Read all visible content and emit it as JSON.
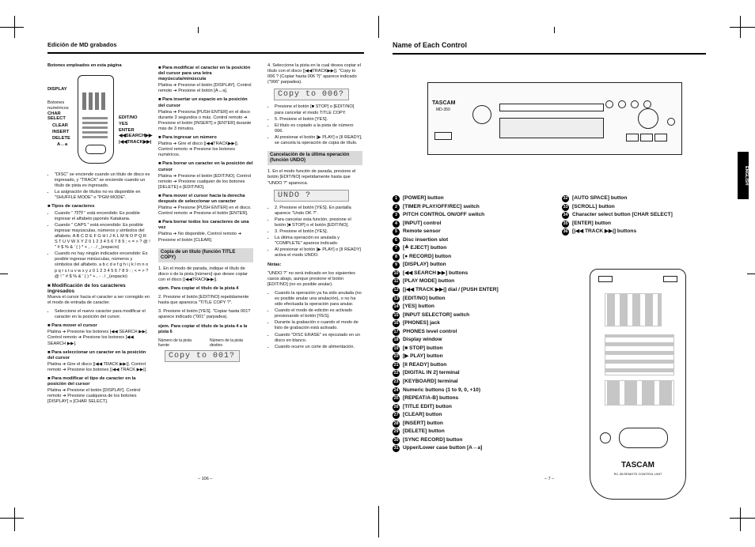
{
  "left_page": {
    "title": "Edición de MD grabados",
    "figure_caption": "Botones empleados en esta página",
    "remote_labels": {
      "display": "DISPLAY",
      "numbers": "Botones numéricos",
      "char": "CHAR",
      "select": "SELECT",
      "clear": "CLEAR",
      "insert": "INSERT",
      "delete": "DELETE",
      "case": "A↔a",
      "edit_no": "EDIT/NO",
      "yes": "YES",
      "enter": "ENTER",
      "search": "◀◀SEARCH▶▶",
      "track": "|◀◀TRACK▶▶|"
    },
    "col1": {
      "bullets": [
        "\"DISC\" se enciende cuando un título de disco es ingresado, y \"TRACK\" se enciende cuando un título de pista es ingresado.",
        "La asignación de títulos no es disponible en \"SHUFFLE MODE\" o \"PGM MODE\"."
      ],
      "types_heading": "■ Tipos de caracteres",
      "types_bullets": [
        "Cuando \" ｱｶｻﾀ \" está encendido: Es posible ingresar el alfabeto japonés Katakana.",
        "Cuando \" CAPS \" está encendido: Es posible ingresar mayúsculas, números y símbolos del alfabeto. A B C D E F G H I J K L M N O P Q R S T U V W X Y Z 0 1 2 3 4 5 6 7 8 9 ; < = > ? @ ! \" # $ % & ' ( ) * + , - . / _(espacio)",
        "Cuando no hay ningún indicador encendido: Es posible ingresar minúsculas, números y símbolos del alfabeto. a b c d e f g h i j k l m n o p q r s t u v w x y z 0 1 2 3 4 5 6 7 8 9 : ; < = > ? @ ! \" # $ % & ' ( ) * + , - . / _(espacio)"
      ],
      "mod_heading": "■ Modificación de los caracteres ingresados",
      "mod_text": "Mueva el cursor hacia el caracter a ser corregido en el modo de entrada de caracter.",
      "mod_bullet": "Seleccione el nuevo caracter para modificar el caracter en la posición del cursor.",
      "steps": [
        {
          "head": "■ Para mover el cursor",
          "body": "Platina ➔ Presione los botones [◀◀ SEARCH ▶▶]. Control remoto ➔ Presione los botones [◀◀ SEARCH ▶▶]."
        },
        {
          "head": "■ Para seleccionar un caracter en la posición del cursor",
          "body": "Platina ➔ Gire el disco [|◀◀ TRACK ▶▶|]. Control remoto ➔ Presione los botones [|◀◀ TRACK ▶▶|]."
        },
        {
          "head": "■ Para modificar el tipo de caracter en la posición del cursor",
          "body": "Platina ➔ Presione el botón [DISPLAY]. Control remoto ➔ Presione cualquiera de los botones [DISPLAY] o [CHAR SELECT]."
        }
      ]
    },
    "col2": {
      "steps": [
        {
          "head": "■ Para modificar el caracter en la posición del cursor para una letra mayúscula/minúscula",
          "body": "Platina ➔ Presione el botón [DISPLAY]. Control remoto ➔ Presione el botón [A↔a]."
        },
        {
          "head": "■ Para insertar un espacio en la posición del cursor",
          "body": "Platina ➔ Presiona [PUSH ENTER] en el disco durante 3 segundos o más. Control remoto ➔ Presione el botón [INSERT] o [ENTER] durante más de 3 minutos."
        },
        {
          "head": "■ Para ingresar un número",
          "body": "Platina ➔ Gire el disco [|◀◀TRACK▶▶|]. Control remoto ➔ Presione los botones numéricos."
        },
        {
          "head": "■ Para borrar un caracter en la posición del cursor",
          "body": "Platina ➔ Presione el botón [EDIT/NO]. Control remoto ➔ Presione cualquier de los botones [DELETE] o [EDIT/NO]."
        },
        {
          "head": "■ Para mover el cursor hacia la derecha después de seleccionar un caracter",
          "body": "Platina ➔ Presione [PUSH ENTER] en el disco. Control remoto ➔ Presione el botón [ENTER]."
        },
        {
          "head": "■ Para borrar todos los caracteres de una vez",
          "body": "Platina ➔ No disponible. Control remoto ➔ Presione el botón [CLEAR]."
        }
      ],
      "section": "Copia de un título (función TITLE COPY)",
      "copy_steps": [
        "1. En el modo de parada, indique el título de disco o de la pista [número] que desee copiar con el disco [|◀◀TRACK▶▶|].",
        "ejem. Para copiar el título de la pista 4",
        "2. Presione el botón [EDIT/NO] repetidamente hasta que aparezca \"TITLE COPY ?\".",
        "3. Presione el botón [YES]. \"Copiar hasta 001? aparece indicado (\"001\" parpadea).",
        "ejem. Para copiar el título de la pista 4 a la pista 6"
      ],
      "fig_src": "Número de la pista fuente",
      "fig_dst": "Número de la pista destino",
      "lcd": "Copy to 001?",
      "page": "– 106 –"
    },
    "col3": {
      "intro": "4. Seleccione la pista en la cual desea copiar el título con el disco [|◀◀TRACK▶▶|]. \"Copy to 006 ? (Copiar hasta 006 ?)\" aparece indicado (\"006\" parpadea).",
      "lcd1": "Copy to 006?",
      "bullets1": [
        "Presione el botón [■ STOP] o [EDIT/NO] para cancelar el modo TITLE COPY.",
        "5. Presione el botón [YES].",
        "El título es copiado a la pista de número 006.",
        "Al presionar el botón [▶ PLAY] o [II READY], se cancela la operación de copia de título."
      ],
      "section": "Cancelación de la última operación (función UNDO)",
      "undo_steps": "1. En el modo función de parada, presione el botón [EDIT/NO] repetidamente hasta que \"UNDO ?\" aparezca.",
      "lcd2": "UNDO ?",
      "bullets2": [
        "2. Presione el botón [YES]. En pantalla aparece \"Undo OK ?\".",
        "Para cancelar esta función, presione el botón [■ STOP] o el botón [EDIT/NO].",
        "3. Presione el botón [YES].",
        "La última operación es anulada y \"COMPLETE\" aparece indicado.",
        "Al presionar el botón [▶ PLAY] o [II READY] activa el modo UNDO."
      ],
      "notes_head": "Notas:",
      "notes_text": "\"UNDO ?\" no será indicado en los siguientes casos abajo, aunque presione el botón [EDIT/NO] (no es posible anular).",
      "notes_bullets": [
        "Cuando la operación ya ha sido anulada (no es posible anular una anulación), o no ha sido efectuada la operación para anular.",
        "Cuando el modo de edición es activado presionando el botón [YES].",
        "Durante la grabación o cuando el modo de listo de grabación está activado.",
        "Cuando \"DISC ERASE\" es ejecutado en un disco en blanco.",
        "Cuando ocurre un corte de alimentación."
      ]
    }
  },
  "right_page": {
    "title": "Name of Each Control",
    "side_tab": "ENGLISH",
    "device_brand": "TASCAM",
    "device_model": "MD-350",
    "remote_brand": "TASCAM",
    "remote_model": "RC-35 REMOTE CONTROL UNIT",
    "page": "– 7 –",
    "controls_left": [
      {
        "n": "1",
        "label": "[POWER] button"
      },
      {
        "n": "2",
        "label": "[TIMER PLAY/OFF/REC] switch"
      },
      {
        "n": "3",
        "label": "PITCH CONTROL ON/OFF switch"
      },
      {
        "n": "4",
        "label": "[INPUT] control"
      },
      {
        "n": "5",
        "label": "Remote sensor"
      },
      {
        "n": "6",
        "label": "Disc insertion slot"
      },
      {
        "n": "7",
        "label": "[≜ EJECT] button"
      },
      {
        "n": "8",
        "label": "[● RECORD] button"
      },
      {
        "n": "9",
        "label": "[DISPLAY] button"
      },
      {
        "n": "10",
        "label": "[◀◀ SEARCH ▶▶] buttons"
      },
      {
        "n": "11",
        "label": "[PLAY MODE] button"
      },
      {
        "n": "12",
        "label": "[|◀◀ TRACK ▶▶|] dial / [PUSH ENTER]"
      },
      {
        "n": "13",
        "label": "[EDIT/NO] button"
      },
      {
        "n": "14",
        "label": "[YES] button"
      },
      {
        "n": "15",
        "label": "[INPUT SELECTOR] switch"
      },
      {
        "n": "16",
        "label": "[PHONES] jack"
      },
      {
        "n": "17",
        "label": "PHONES level control"
      },
      {
        "n": "18",
        "label": "Display window"
      },
      {
        "n": "19",
        "label": "[■ STOP] button"
      },
      {
        "n": "20",
        "label": "[▶ PLAY] button"
      },
      {
        "n": "21",
        "label": "[II READY] button"
      },
      {
        "n": "22",
        "label": "[DIGITAL IN 2] terminal"
      },
      {
        "n": "23",
        "label": "[KEYBOARD] terminal"
      },
      {
        "n": "24",
        "label": "Numeric buttons (1 to 9, 0, +10)"
      },
      {
        "n": "25",
        "label": "[REPEAT/A-B] buttons"
      },
      {
        "n": "26",
        "label": "[TITLE EDIT] button"
      },
      {
        "n": "27",
        "label": "[CLEAR] button"
      },
      {
        "n": "28",
        "label": "[INSERT] button"
      },
      {
        "n": "29",
        "label": "[DELETE] button"
      },
      {
        "n": "30",
        "label": "[SYNC RECORD] button"
      },
      {
        "n": "31",
        "label": "Upper/Lower case button [A↔a]"
      }
    ],
    "controls_right": [
      {
        "n": "32",
        "label": "[AUTO SPACE] button"
      },
      {
        "n": "33",
        "label": "[SCROLL] button"
      },
      {
        "n": "34",
        "label": "Character select button [CHAR SELECT]"
      },
      {
        "n": "35",
        "label": "[ENTER] button"
      },
      {
        "n": "36",
        "label": "[|◀◀ TRACK ▶▶|] buttons"
      }
    ]
  }
}
